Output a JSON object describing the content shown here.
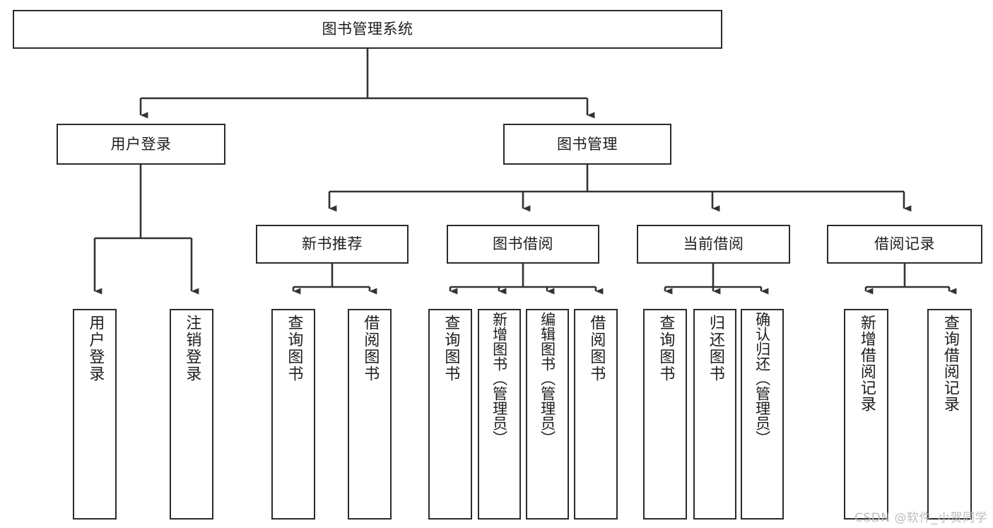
{
  "diagram": {
    "title": "图书管理系统",
    "type": "tree",
    "background_color": "#ffffff",
    "box_border_color": "#2b2b2b",
    "text_color": "#1d1d1d",
    "connector_color": "#333333"
  },
  "nodes": {
    "root": {
      "label": "图书管理系统"
    },
    "level1": [
      {
        "label": "用户登录"
      },
      {
        "label": "图书管理"
      }
    ],
    "level2": [
      {
        "label": "新书推荐"
      },
      {
        "label": "图书借阅"
      },
      {
        "label": "当前借阅"
      },
      {
        "label": "借阅记录"
      }
    ],
    "leaves_user_login": [
      {
        "label": "用户登录"
      },
      {
        "label": "注销登录"
      }
    ],
    "leaves_new_book": [
      {
        "label": "查询图书"
      },
      {
        "label": "借阅图书"
      }
    ],
    "leaves_borrow": [
      {
        "label": "查询图书"
      },
      {
        "label": "新增图书（管理员）"
      },
      {
        "label": "编辑图书（管理员）"
      },
      {
        "label": "借阅图书"
      }
    ],
    "leaves_current": [
      {
        "label": "查询图书"
      },
      {
        "label": "归还图书"
      },
      {
        "label": "确认归还（管理员）"
      }
    ],
    "leaves_records": [
      {
        "label": "新增借阅记录"
      },
      {
        "label": "查询借阅记录"
      }
    ]
  },
  "watermark": {
    "text": "CSDN @软件_小贺同学"
  }
}
